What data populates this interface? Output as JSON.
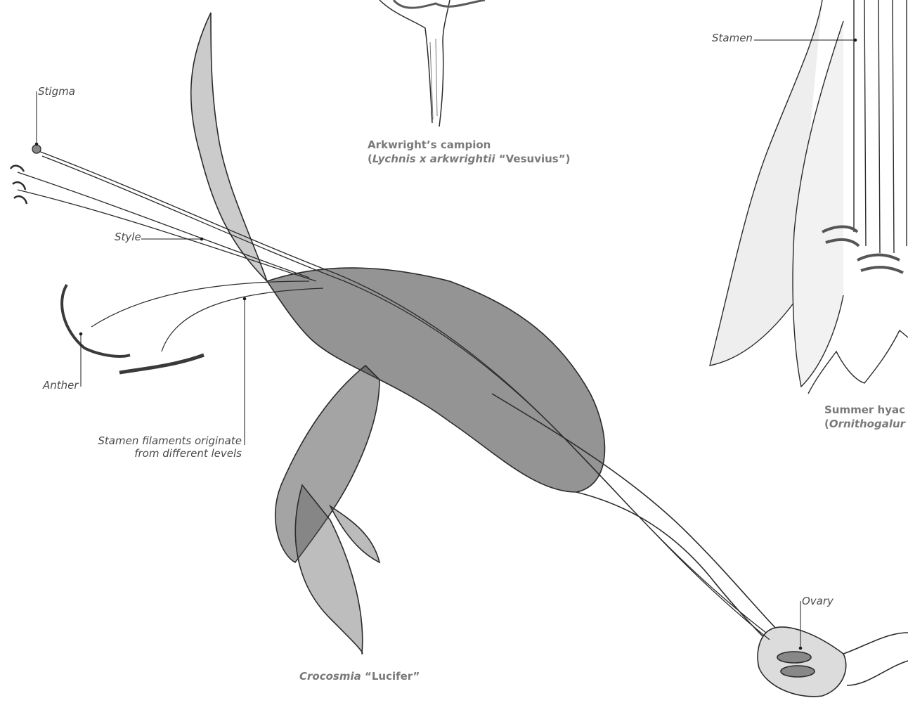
{
  "labels": {
    "stigma": "Stigma",
    "style": "Style",
    "anther": "Anther",
    "stamen_filaments_line1": "Stamen filaments originate",
    "stamen_filaments_line2": "from different levels",
    "stamen": "Stamen",
    "ovary": "Ovary"
  },
  "captions": {
    "arkwright": {
      "line1": "Arkwright’s campion",
      "line2_open": "(",
      "line2_italic": "Lychnis x arkwrightii",
      "line2_rest": " “Vesuvius”)"
    },
    "crocosmia": {
      "italic": "Crocosmia",
      "rest": " “Lucifer”"
    },
    "summer_hyacinth": {
      "line1": "Summer hyac",
      "line2_open": "(",
      "line2_italic": "Ornithogalur"
    }
  },
  "colors": {
    "ink": "#2b2b2b",
    "shade": "#5b5b5b",
    "label_text": "#4a4a4a",
    "caption_text": "#7a7a7a"
  }
}
